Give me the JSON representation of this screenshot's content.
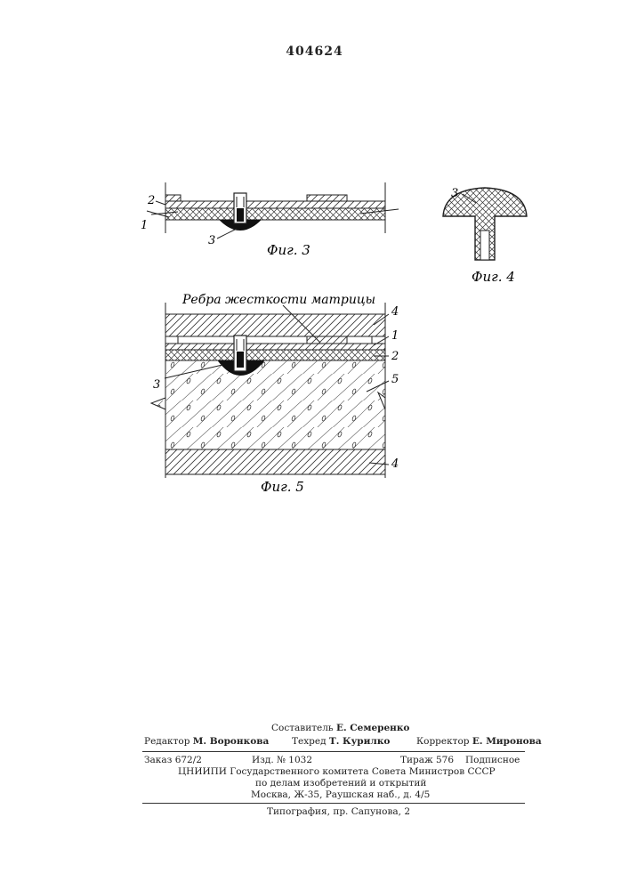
{
  "header": {
    "patent_number": "404624"
  },
  "figures": {
    "fig3": {
      "caption": "Фиг. 3",
      "labels": {
        "l2": "2",
        "l1": "1",
        "l3": "3"
      }
    },
    "fig4": {
      "caption": "Фиг. 4",
      "labels": {
        "l3": "3"
      }
    },
    "fig5": {
      "caption": "Фиг. 5",
      "title": "Ребра жесткости матрицы",
      "labels": {
        "l4top": "4",
        "l1": "1",
        "l2": "2",
        "l3": "3",
        "l5": "5",
        "l4bot": "4"
      }
    }
  },
  "footer": {
    "compiler": {
      "label": "Составитель",
      "name": "Е. Семеренко"
    },
    "editor": {
      "label": "Редактор",
      "name": "М. Воронкова"
    },
    "techred": {
      "label": "Техред",
      "name": "Т. Курилко"
    },
    "corrector": {
      "label": "Корректор",
      "name": "Е. Миронова"
    },
    "order": "Заказ 672/2",
    "edition": "Изд. № 1032",
    "circulation": "Тираж 576",
    "subscription": "Подписное",
    "org_line1": "ЦНИИПИ Государственного комитета Совета Министров СССР",
    "org_line2": "по делам изобретений и открытий",
    "org_line3": "Москва, Ж-35, Раушская наб., д. 4/5",
    "printer": "Типография, пр. Сапунова, 2"
  }
}
